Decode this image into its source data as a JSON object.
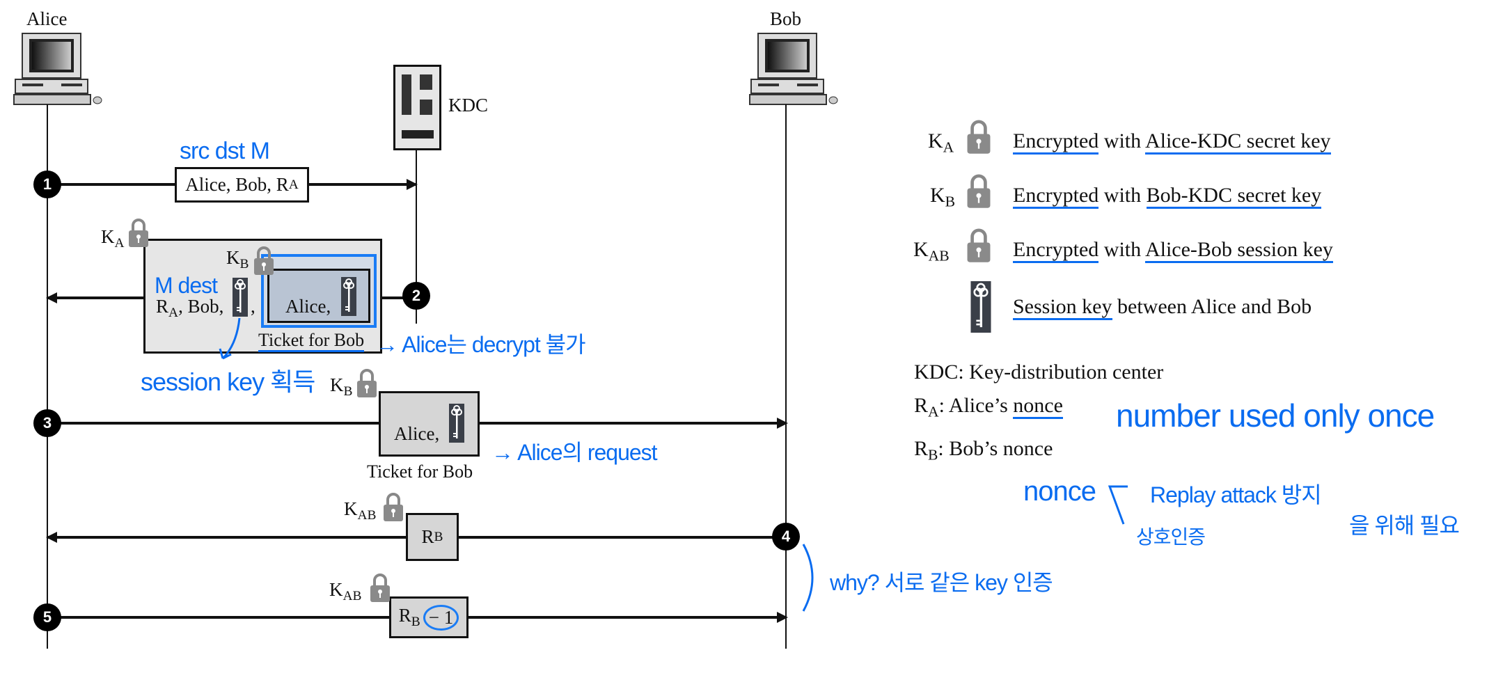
{
  "participants": {
    "alice": "Alice",
    "bob": "Bob",
    "kdc": "KDC"
  },
  "colors": {
    "annotation": "#0a6cf0",
    "line": "#111111",
    "box_fill": "#e6e6e6",
    "ticket_fill": "#b9c4d3"
  },
  "steps": {
    "s1": {
      "num": "1",
      "msg": "Alice, Bob, R",
      "msg_sub": "A"
    },
    "s2": {
      "num": "2",
      "lock": "K",
      "lock_sub": "A",
      "inner_lock": "K",
      "inner_lock_sub": "B",
      "msg_a": "R",
      "msg_a_sub": "A",
      "msg_b": ", Bob,",
      "comma": ",",
      "ticket_msg": "Alice,",
      "ticket_label": "Ticket for Bob"
    },
    "s3": {
      "num": "3",
      "lock": "K",
      "lock_sub": "B",
      "msg": "Alice,",
      "ticket_label": "Ticket for Bob"
    },
    "s4": {
      "num": "4",
      "lock": "K",
      "lock_sub": "AB",
      "msg": "R",
      "msg_sub": "B"
    },
    "s5": {
      "num": "5",
      "lock": "K",
      "lock_sub": "AB",
      "msg": "R",
      "msg_sub": "B",
      "minus": "− 1"
    }
  },
  "legend": [
    {
      "k": "K",
      "sub": "A",
      "w1": "Encrypted",
      "w2": " with ",
      "w3": "Alice-KDC secret key"
    },
    {
      "k": "K",
      "sub": "B",
      "w1": "Encrypted",
      "w2": " with ",
      "w3": "Bob-KDC secret key"
    },
    {
      "k": "K",
      "sub": "AB",
      "w1": "Encrypted",
      "w2": " with ",
      "w3": "Alice-Bob session key"
    },
    {
      "w1": "Session key",
      "w2": " between Alice and Bob"
    }
  ],
  "defs": {
    "kdc": "KDC: Key-distribution center",
    "ra_k": "R",
    "ra_sub": "A",
    "ra_text": ": Alice’s ",
    "ra_nonce": "nonce",
    "rb_k": "R",
    "rb_sub": "B",
    "rb_text": ": Bob’s nonce"
  },
  "annotations": {
    "src_dst_m": "src  dst  M",
    "m_dest": "M  dest",
    "alice_no_decrypt": "→ Alice는 decrypt 불가",
    "session_key": "session key 획득",
    "alice_request": "→ Alice의 request",
    "why": "why? 서로 같은 key 인증",
    "number_once": "number used only once",
    "nonce": "nonce",
    "replay": "Replay attack 방지",
    "mutual": "상호인증",
    "needed": "을 위해 필요"
  }
}
